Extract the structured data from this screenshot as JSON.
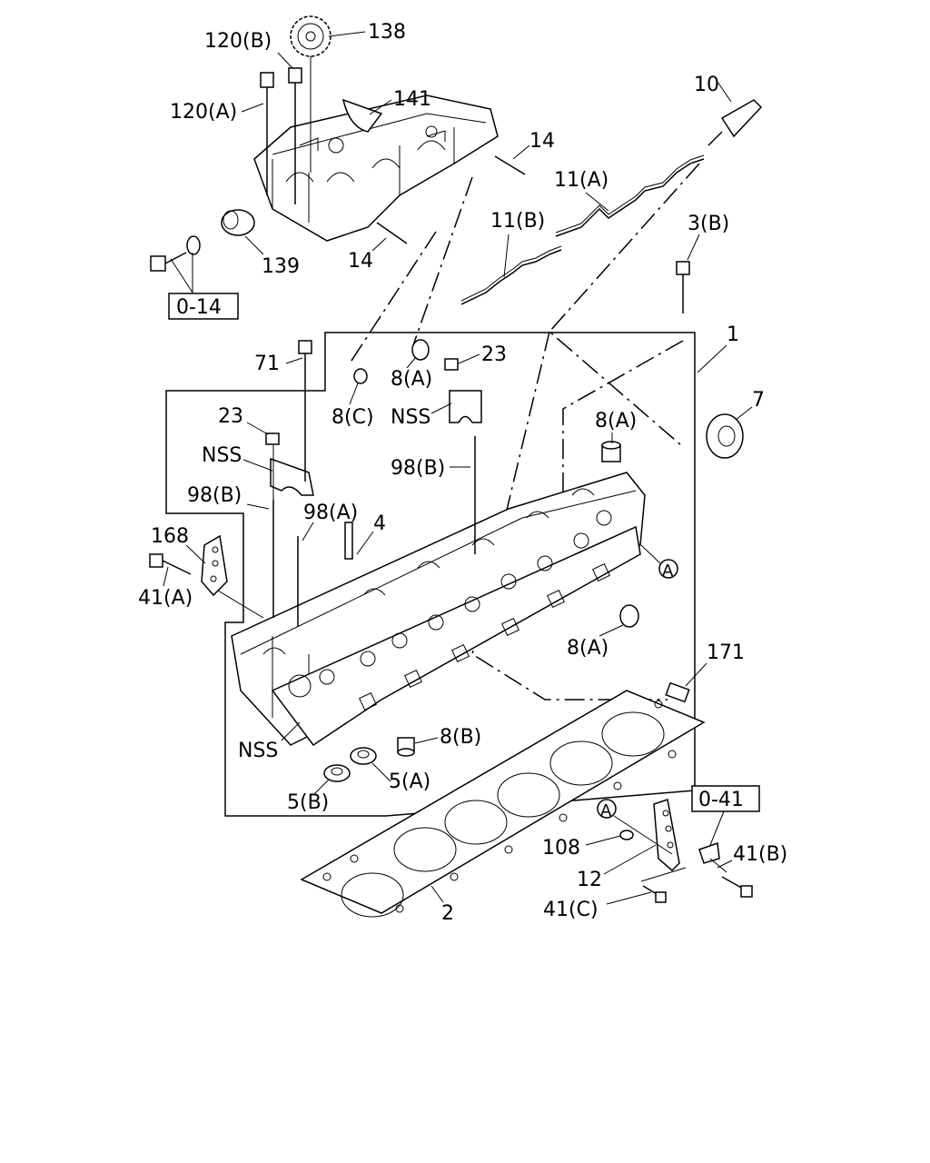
{
  "labels": {
    "p138": "138",
    "p120b": "120(B)",
    "p120a": "120(A)",
    "p141": "141",
    "p14a": "14",
    "p14b": "14",
    "p10": "10",
    "p11a": "11(A)",
    "p11b": "11(B)",
    "p139": "139",
    "p3b": "3(B)",
    "p1": "1",
    "p71": "71",
    "p23a": "23",
    "p8a_top": "8(A)",
    "p8c": "8(C)",
    "nss_top": "NSS",
    "p7": "7",
    "p23b": "23",
    "p8a_mid": "8(A)",
    "nss_left": "NSS",
    "p98b_right": "98(B)",
    "p98b_left": "98(B)",
    "p98a": "98(A)",
    "p4": "4",
    "p168": "168",
    "p41a": "41(A)",
    "ref_a_head": "A",
    "p8a_low": "8(A)",
    "p171": "171",
    "nss_bottom": "NSS",
    "p8b": "8(B)",
    "p5a": "5(A)",
    "p5b": "5(B)",
    "ref_a_bracket": "A",
    "p108": "108",
    "p12": "12",
    "p41c": "41(C)",
    "p41b": "41(B)",
    "p2": "2"
  },
  "references": {
    "ref_014": "0-14",
    "ref_041": "0-41"
  }
}
